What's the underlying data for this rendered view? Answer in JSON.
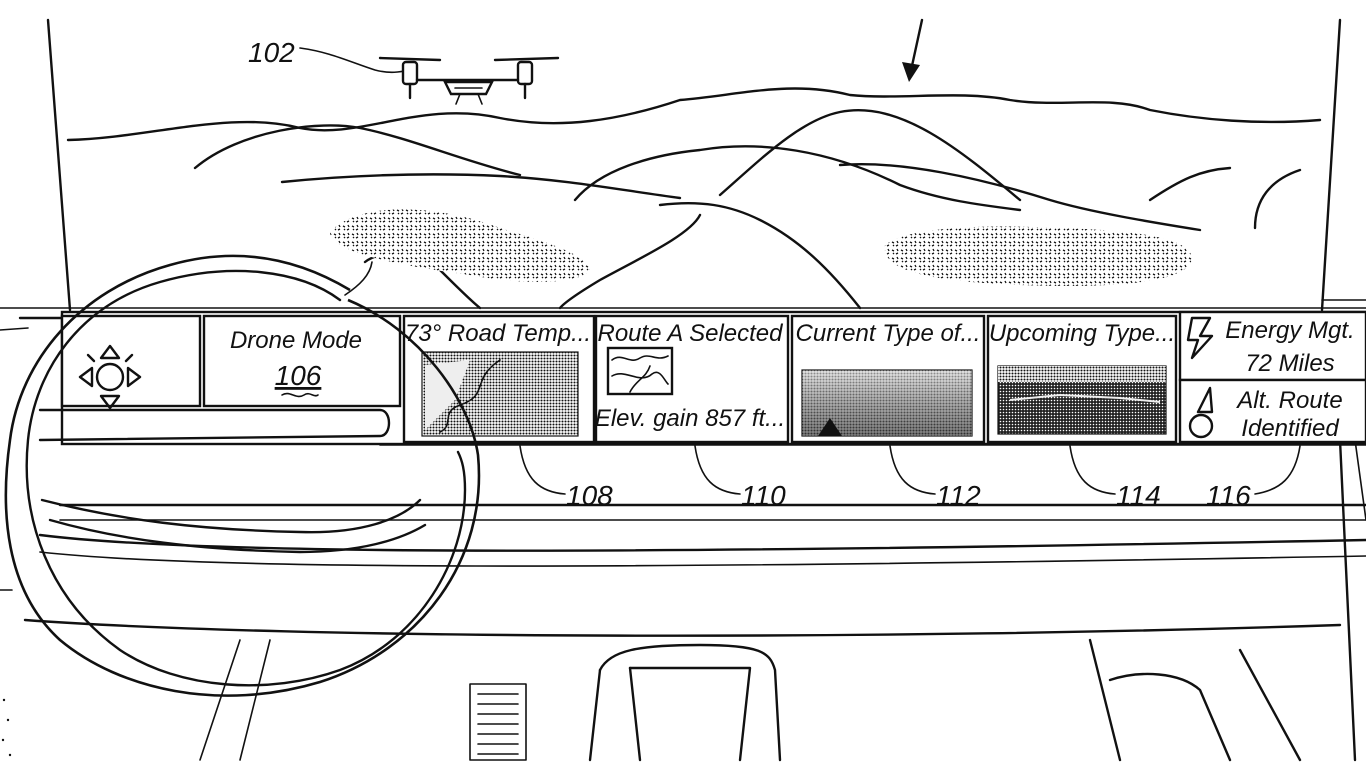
{
  "refs": {
    "drone": "102",
    "view": "",
    "drone_mode": "106",
    "road_temp": "108",
    "route": "110",
    "current_type": "112",
    "upcoming_type": "114",
    "energy": "116"
  },
  "dashboard": {
    "drone_mode": "Drone Mode",
    "road_temp": "73° Road Temp...",
    "route_selected": "Route A Selected",
    "elevation": "Elev. gain 857 ft...",
    "current_type": "Current Type of...",
    "upcoming_type": "Upcoming Type...",
    "energy_title": "Energy Mgt.",
    "energy_miles": "72 Miles",
    "alt_route_1": "Alt. Route",
    "alt_route_2": "Identified"
  },
  "icons": {
    "brightness": "brightness-icon",
    "lightning": "lightning-icon",
    "alert": "alert-icon"
  }
}
